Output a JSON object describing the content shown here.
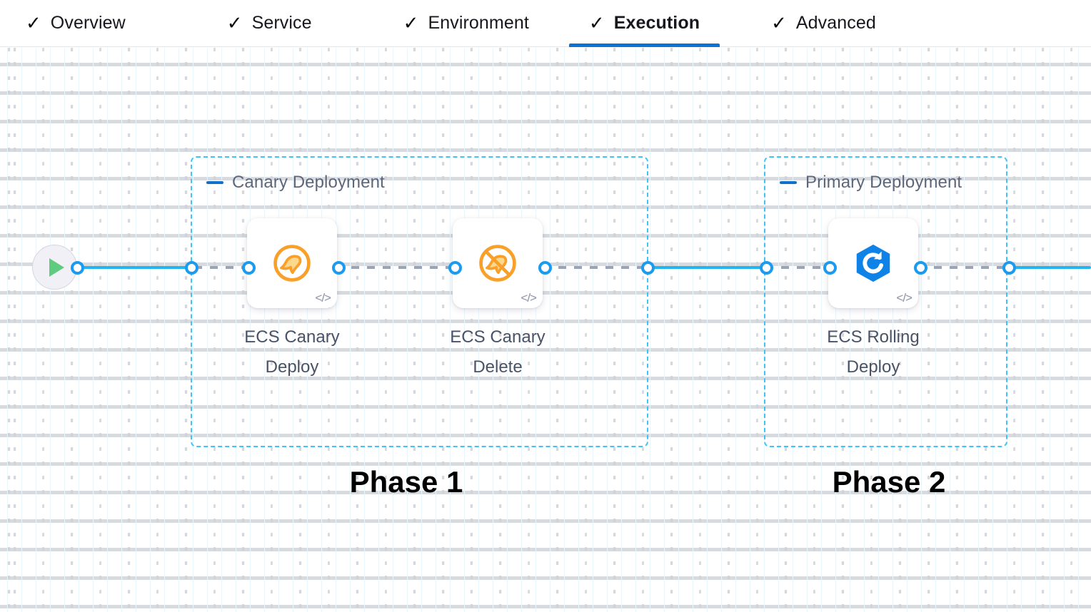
{
  "tabs": [
    {
      "label": "Overview",
      "icon": "check-icon",
      "active": false
    },
    {
      "label": "Service",
      "icon": "check-icon",
      "active": false
    },
    {
      "label": "Environment",
      "icon": "check-icon",
      "active": false
    },
    {
      "label": "Execution",
      "icon": "check-icon",
      "active": true
    },
    {
      "label": "Advanced",
      "icon": "check-icon",
      "active": false
    }
  ],
  "check_glyph": "✓",
  "canvas": {
    "start_node": {
      "name": "pipeline-start",
      "icon": "play-icon"
    },
    "groups": [
      {
        "title": "Canary Deployment",
        "collapse_icon": "minus-icon"
      },
      {
        "title": "Primary Deployment",
        "collapse_icon": "minus-icon"
      }
    ],
    "nodes": [
      {
        "label": "ECS Canary\nDeploy",
        "icon": "canary-deploy-icon",
        "badge": "</>"
      },
      {
        "label": "ECS Canary\nDelete",
        "icon": "canary-delete-icon",
        "badge": "</>"
      },
      {
        "label": "ECS Rolling\nDeploy",
        "icon": "ecs-rolling-icon",
        "badge": "</>"
      }
    ],
    "phase_captions": [
      {
        "label": "Phase 1"
      },
      {
        "label": "Phase 2"
      }
    ]
  },
  "colors": {
    "accent_blue": "#0c73d4",
    "edge_blue": "#23b4f2",
    "edge_dashed_gray": "#9ba3b4",
    "group_border": "#41c3f7",
    "canary_orange": "#f9a02b",
    "ecs_blue": "#0f82e8",
    "play_green": "#5ecb7e",
    "label_slate": "#4a5265"
  }
}
